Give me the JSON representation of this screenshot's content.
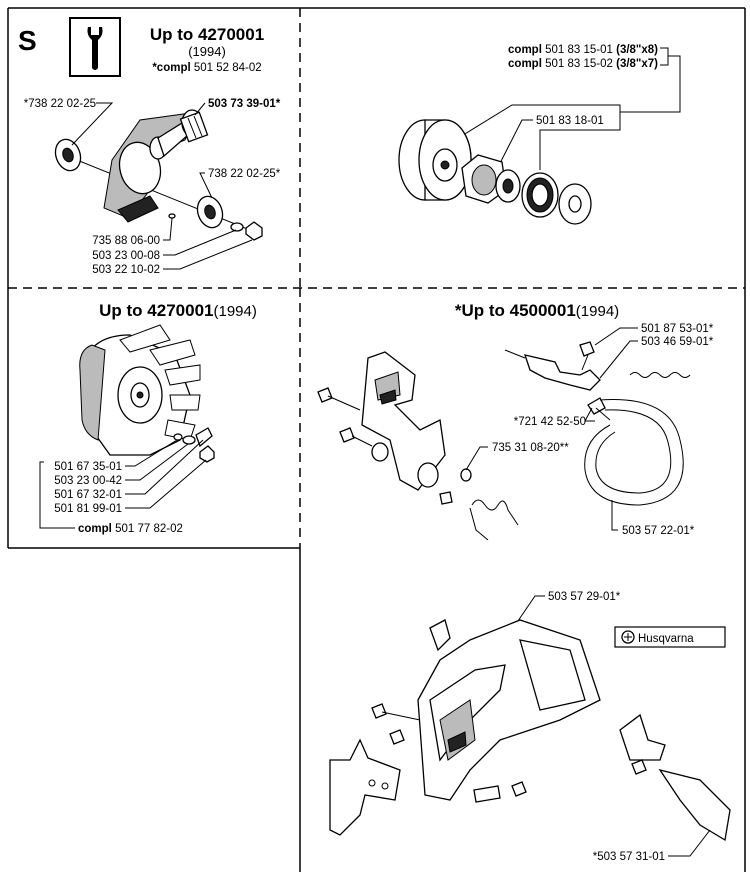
{
  "panel_1": {
    "section_letter": "S",
    "heading": "Up to 4270001",
    "year": "(1994)",
    "compl_prefix": "*compl",
    "compl_number": "501 52 84-02",
    "labels": {
      "bearing_left": "*738 22 02-25",
      "needle_bearing": "503 73 39-01*",
      "bearing_right": "738 22 02-25*",
      "key": "735 88 06-00",
      "washer": "503 23 00-08",
      "nut": "503 22 10-02"
    }
  },
  "panel_2": {
    "compl_1_prefix": "compl",
    "compl_1_number": "501 83 15-01",
    "compl_1_size": "(3/8\"x8)",
    "compl_2_prefix": "compl",
    "compl_2_number": "501 83 15-02",
    "compl_2_size": "(3/8\"x7)",
    "rim_label": "501 83 18-01"
  },
  "panel_3": {
    "heading": "Up to 4270001",
    "year": "(1994)",
    "labels": [
      "501 67 35-01",
      "503 23 00-42",
      "501 67 32-01",
      "501 81 99-01"
    ],
    "compl_prefix": "compl",
    "compl_number": "501 77 82-02"
  },
  "panel_4": {
    "heading": "*Up to 4500001",
    "year": "(1994)",
    "labels": {
      "lever": "501 87 53-01*",
      "spring": "503 46 59-01*",
      "pin": "*721 42 52-50",
      "circlip": "735 31 08-20**",
      "band": "503 57 22-01*"
    }
  },
  "panel_5": {
    "brand": "Husqvarna",
    "labels": {
      "cover": "503 57 29-01*",
      "spike": "*503 57 31-01"
    }
  }
}
